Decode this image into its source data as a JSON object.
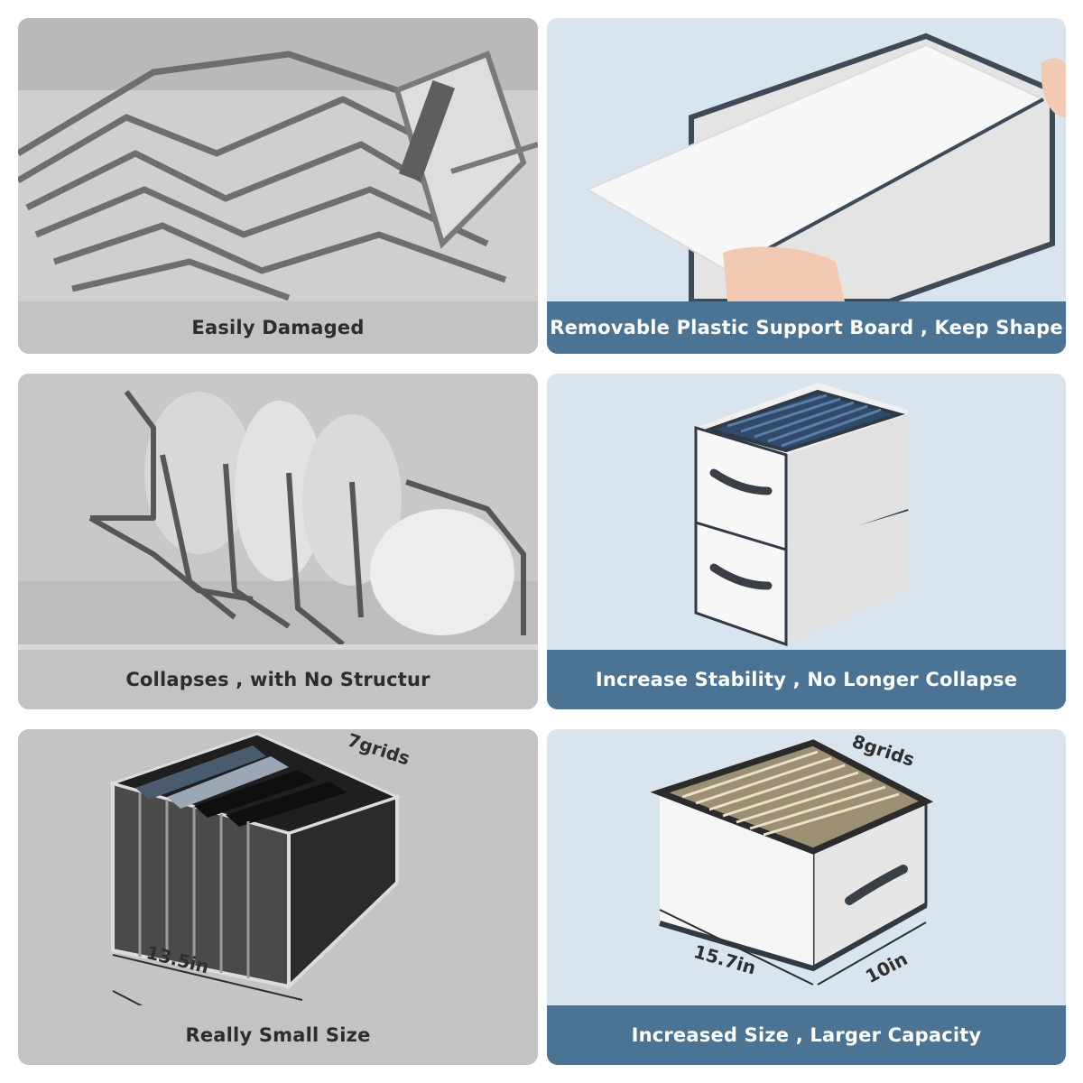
{
  "panels": {
    "top_left": {
      "caption": "Easily Damaged",
      "theme": "comparison"
    },
    "top_right": {
      "caption": "Removable Plastic Support Board , Keep Shape",
      "theme": "product"
    },
    "middle_left": {
      "caption": "Collapses , with No Structur",
      "theme": "comparison"
    },
    "middle_right": {
      "caption": "Increase Stability , No Longer Collapse",
      "theme": "product"
    },
    "bottom_left": {
      "caption": "Really Small Size",
      "theme": "comparison",
      "grids_label": "7grids",
      "length_label": "13.5in"
    },
    "bottom_right": {
      "caption": "Increased Size , Larger Capacity",
      "theme": "product",
      "grids_label": "8grids",
      "length_label": "15.7in",
      "width_label": "10in"
    }
  },
  "colors": {
    "comparison_bg": "#c9c9c9",
    "comparison_caption_bg": "#c3c3c3",
    "product_bg": "#d8e5ef",
    "product_caption_bg": "#4a7394",
    "caption_light_text": "#ffffff",
    "caption_dark_text": "#2d2d2d"
  }
}
